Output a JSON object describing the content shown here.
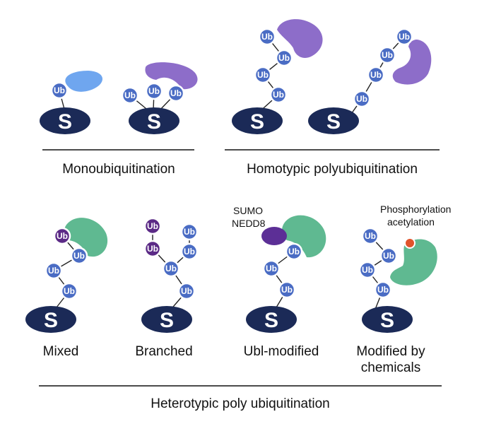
{
  "labels": {
    "ub": "Ub",
    "substrate": "S",
    "monoubiquitination": "Monoubiquitination",
    "homotypic": "Homotypic polyubiquitination",
    "mixed": "Mixed",
    "branched": "Branched",
    "ubl_modified": "Ubl-modified",
    "modified_line1": "Modified by",
    "modified_line2": "chemicals",
    "heterotypic": "Heterotypic poly ubiquitination",
    "sumo": "SUMO",
    "nedd8": "NEDD8",
    "phosphorylation": "Phosphorylation",
    "acetylation": "acetylation"
  },
  "colors": {
    "substrate": "#1b2a57",
    "ubiquitin": "#4a6cc4",
    "ubiquitin_dark": "#5b2a86",
    "receptor_blue": "#6fa6ef",
    "receptor_purple": "#8d6dc9",
    "receptor_green": "#5fb991",
    "ubl": "#5c2f96",
    "phospho_dot": "#e0532b",
    "branch_link": "#c0307a"
  }
}
